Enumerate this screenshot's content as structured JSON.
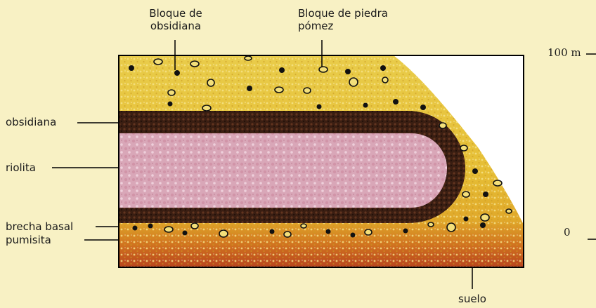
{
  "labels": {
    "obsidian_block_line1": "Bloque de",
    "obsidian_block_line2": "obsidiana",
    "pumice_block_line1": "Bloque de piedra",
    "pumice_block_line2": "pómez",
    "obsidian_layer": "obsidiana",
    "rhyolite": "riolita",
    "basal_breccia": "brecha basal",
    "pumicite": "pumisita",
    "soil": "suelo"
  },
  "scale": {
    "top_label": "100 m",
    "bottom_label": "0"
  },
  "colors": {
    "background": "#f8f1c4",
    "pumice_yellow": "#e8c23c",
    "obsidian_brown": "#3a1e12",
    "rhyolite_pink": "#d9a7b8",
    "soil_red": "#b8451e"
  }
}
